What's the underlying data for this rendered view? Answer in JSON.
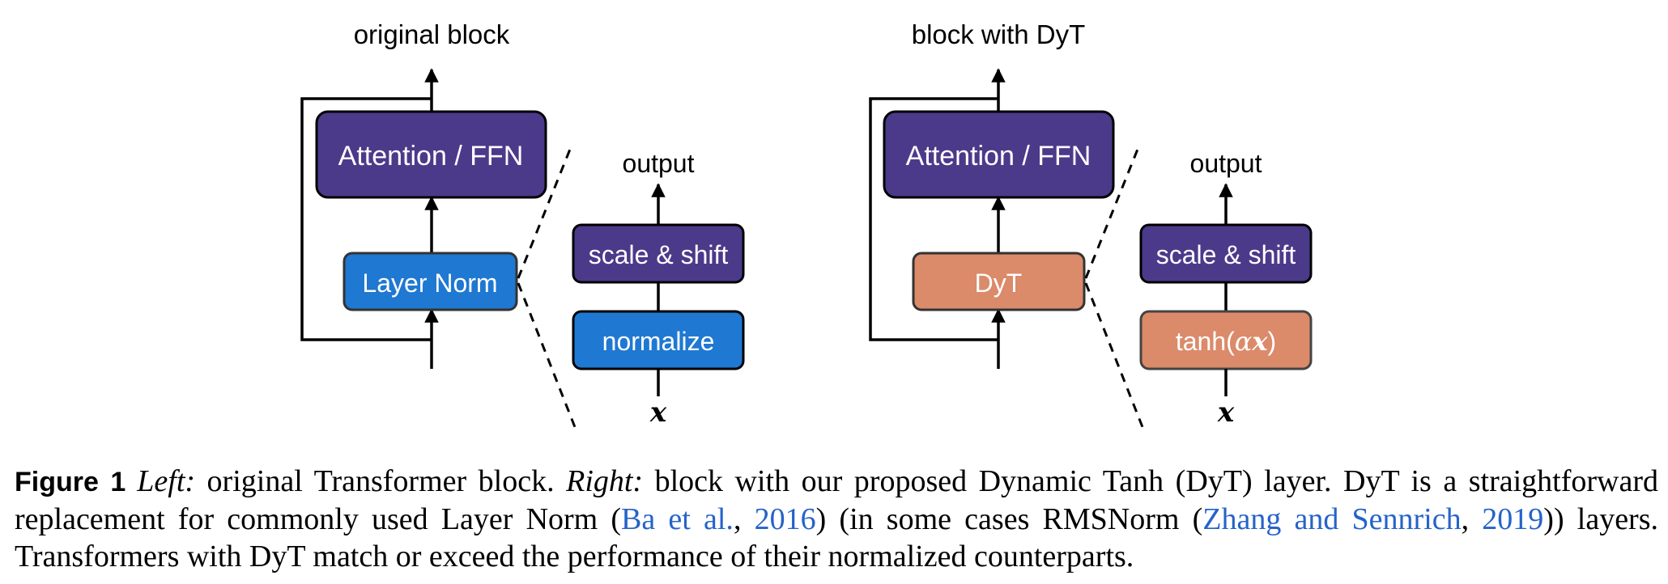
{
  "left_panel": {
    "title": "original block",
    "main_box": "Attention / FFN",
    "norm_box": "Layer Norm",
    "zoom": {
      "output": "output",
      "top_box": "scale & shift",
      "bottom_box": "normalize",
      "input": "x"
    }
  },
  "right_panel": {
    "title": "block with DyT",
    "main_box": "Attention / FFN",
    "norm_box": "DyT",
    "zoom": {
      "output": "output",
      "top_box": "scale & shift",
      "bottom_box_prefix": "tanh(",
      "bottom_box_alpha": "α",
      "bottom_box_x": "x",
      "bottom_box_suffix": ")",
      "input": "x"
    }
  },
  "colors": {
    "purple": "#4b3a8a",
    "blue": "#1f78d1",
    "orange": "#db8a6a",
    "cite": "#2563c9"
  },
  "caption": {
    "figure_label": "Figure 1",
    "left_label": "Left:",
    "text1": " original Transformer block. ",
    "right_label": "Right:",
    "text2": " block with our proposed Dynamic Tanh (DyT) layer. DyT is a straightforward replacement for commonly used Layer Norm (",
    "cite1_author": "Ba et al.",
    "sep1": ", ",
    "cite1_year": "2016",
    "text3": ") (in some cases RMSNorm (",
    "cite2_author": "Zhang and Sennrich",
    "sep2": ", ",
    "cite2_year": "2019",
    "text4": ")) layers. Transformers with DyT match or exceed the performance of their normalized counterparts."
  }
}
